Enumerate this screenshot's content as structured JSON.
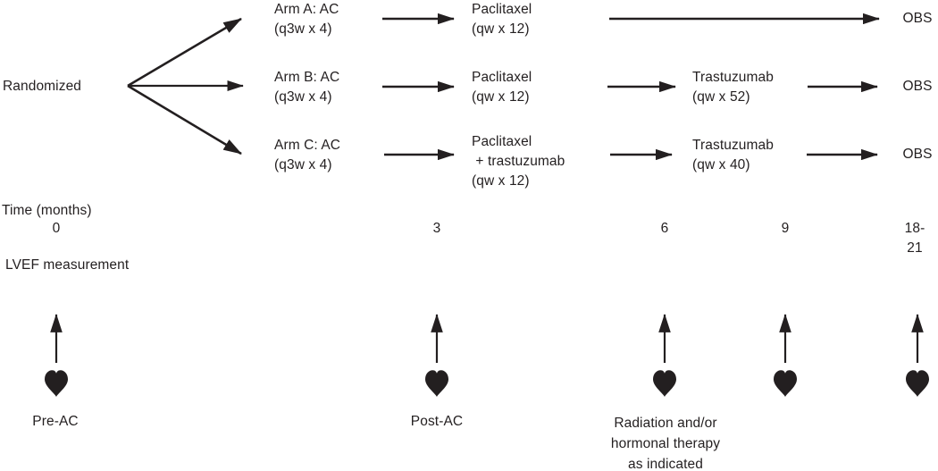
{
  "colors": {
    "ink": "#231f20",
    "background": "#ffffff"
  },
  "icons": {
    "heart": "♥",
    "arrow_up": "↑",
    "arrow_right": "→"
  },
  "diagram": {
    "randomized_label": "Randomized",
    "arms": [
      {
        "id": "A",
        "label": "Arm A: AC\n(q3w x 4)",
        "step2": "Paclitaxel\n(qw x 12)",
        "step3": "",
        "outcome": "OBS"
      },
      {
        "id": "B",
        "label": "Arm B: AC\n(q3w x 4)",
        "step2": "Paclitaxel\n(qw x 12)",
        "step3": "Trastuzumab\n(qw x 52)",
        "outcome": "OBS"
      },
      {
        "id": "C",
        "label": "Arm C: AC\n(q3w x 4)",
        "step2": "Paclitaxel\n + trastuzumab\n(qw x 12)",
        "step3": "Trastuzumab\n(qw x 40)",
        "outcome": "OBS"
      }
    ],
    "timeline": {
      "label": "Time (months)",
      "ticks": [
        "0",
        "3",
        "6",
        "9",
        "18-21"
      ]
    },
    "lvef": {
      "label": "LVEF measurement",
      "points": [
        {
          "label": "Pre-AC"
        },
        {
          "label": "Post-AC"
        },
        {
          "label": "Radiation and/or\nhormonal therapy\nas indicated"
        },
        {
          "label": ""
        },
        {
          "label": ""
        }
      ]
    }
  }
}
